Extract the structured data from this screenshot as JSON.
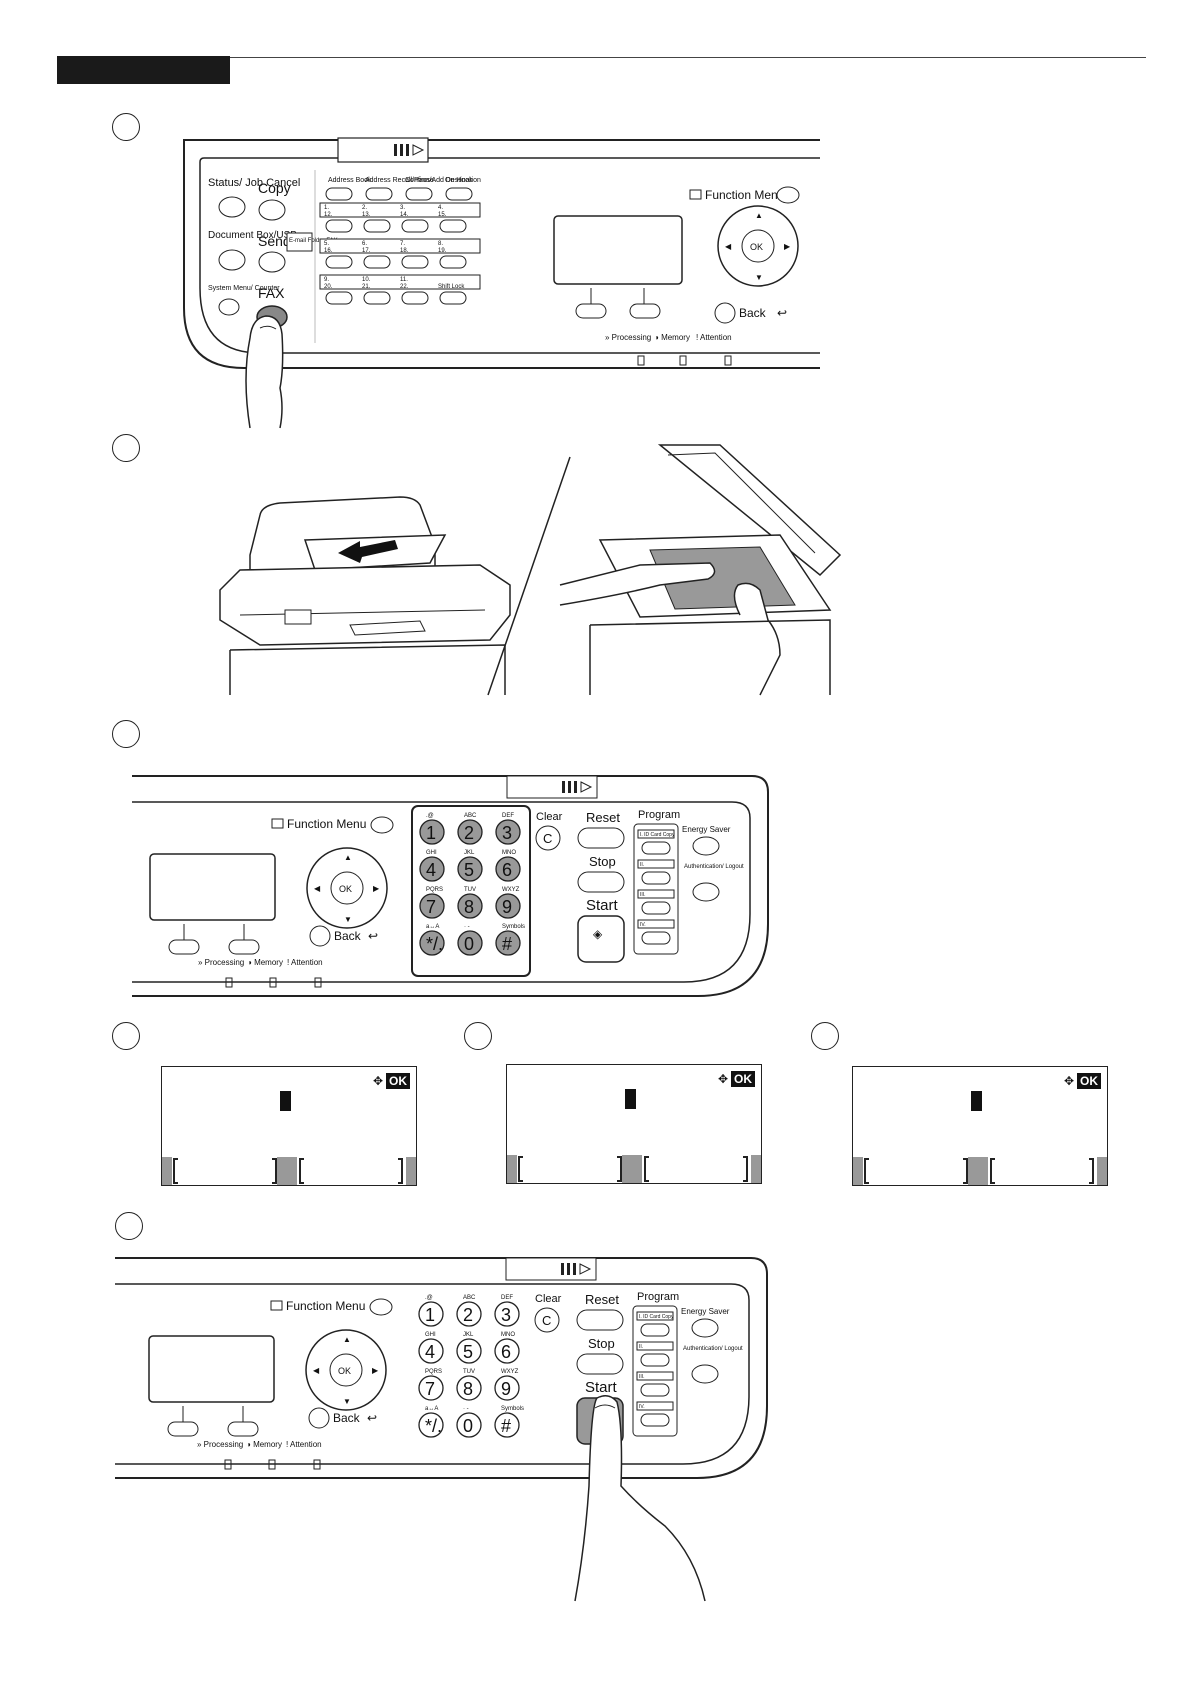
{
  "steps": [
    {
      "id": "1"
    },
    {
      "id": "2"
    },
    {
      "id": "3"
    },
    {
      "id": "4a"
    },
    {
      "id": "4b"
    },
    {
      "id": "4c"
    },
    {
      "id": "5"
    }
  ],
  "panel_left": {
    "status_label": "Status/\nJob Cancel",
    "copy_label": "Copy",
    "document_box_label": "Document\nBox/USB",
    "send_label": "Send",
    "send_tag": "E-mail\nFolder\nFAX",
    "system_menu_label": "System Menu/\nCounter",
    "fax_label": "FAX",
    "address_book": "Address\nBook",
    "address_recall": "Address\nRecall/Pause",
    "confirm_add": "Confirm/Add\nDestination",
    "on_hook": "On Hook",
    "onetouch_row1_top": [
      "1.",
      "2.",
      "3.",
      "4."
    ],
    "onetouch_row1_bot": [
      "12.",
      "13.",
      "14.",
      "15."
    ],
    "onetouch_row2_top": [
      "5.",
      "6.",
      "7.",
      "8."
    ],
    "onetouch_row2_bot": [
      "16.",
      "17.",
      "18.",
      "19."
    ],
    "onetouch_row3_top": [
      "9.",
      "10.",
      "11.",
      ""
    ],
    "onetouch_row3_bot": [
      "20.",
      "21.",
      "22.",
      "Shift Lock"
    ],
    "function_menu": "Function Menu",
    "back": "Back",
    "ok": "OK",
    "processing": "Processing",
    "memory": "Memory",
    "attention": "Attention"
  },
  "panel_right": {
    "function_menu": "Function Menu",
    "back": "Back",
    "ok": "OK",
    "processing": "Processing",
    "memory": "Memory",
    "attention": "Attention",
    "keypad": [
      {
        "sub": ".@",
        "num": "1"
      },
      {
        "sub": "ABC",
        "num": "2"
      },
      {
        "sub": "DEF",
        "num": "3"
      },
      {
        "sub": "GHI",
        "num": "4"
      },
      {
        "sub": "JKL",
        "num": "5"
      },
      {
        "sub": "MNO",
        "num": "6"
      },
      {
        "sub": "PQRS",
        "num": "7"
      },
      {
        "sub": "TUV",
        "num": "8"
      },
      {
        "sub": "WXYZ",
        "num": "9"
      },
      {
        "sub": "a↔A",
        "num": "*/."
      },
      {
        "sub": "· -",
        "num": "0"
      },
      {
        "sub": "Symbols",
        "num": "#"
      }
    ],
    "clear": "Clear",
    "clear_key": "C",
    "reset": "Reset",
    "stop": "Stop",
    "start": "Start",
    "program": "Program",
    "program_keys": [
      "I. ID Card Copy",
      "II.",
      "III.",
      "IV."
    ],
    "energy_saver": "Energy Saver",
    "auth_logout": "Authentication/\nLogout"
  },
  "lcd": {
    "ok": "OK"
  }
}
